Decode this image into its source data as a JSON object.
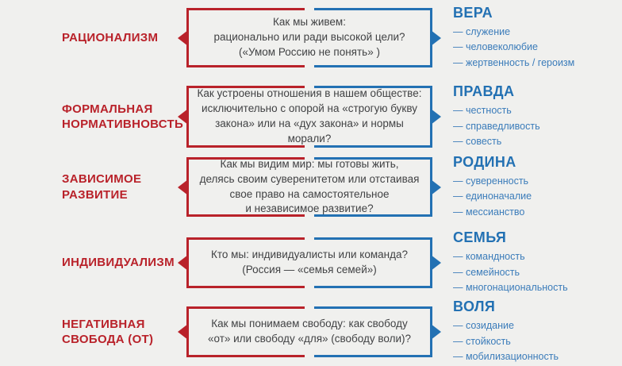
{
  "colors": {
    "red": "#b9222a",
    "blue": "#2371b3",
    "blue_light": "#3b7cba",
    "background": "#f0f0ee",
    "question_text": "#414244"
  },
  "icons": {
    "left_arrow": "triangle-left",
    "right_arrow": "triangle-right"
  },
  "rows": [
    {
      "label": "РАЦИОНАЛИЗМ",
      "question": "Как мы живем:\nрационально или ради высокой цели?\n(«Умом Россию не понять» )",
      "title": "ВЕРА",
      "items": [
        "— служение",
        "— человеколюбие",
        "— жертвенность / героизм"
      ]
    },
    {
      "label": "ФОРМАЛЬНАЯ\nНОРМАТИВНОВСТЬ",
      "question": "Как устроены отношения в нашем обществе:\nисключительно с опорой на «строгую букву\nзакона» или на «дух закона» и нормы морали?",
      "title": "ПРАВДА",
      "items": [
        "— честность",
        "— справедливость",
        "— совесть"
      ]
    },
    {
      "label": "ЗАВИСИМОЕ\nРАЗВИТИЕ",
      "question": "Как мы видим мир: мы готовы жить,\nделясь своим суверенитетом или отстаивая\nсвое право на самостоятельное\nи независимое развитие?",
      "title": "РОДИНА",
      "items": [
        "— суверенность",
        "— единоначалие",
        "— мессианство"
      ]
    },
    {
      "label": "ИНДИВИДУАЛИЗМ",
      "question": "Кто мы: индивидуалисты или команда?\n(Россия — «семья семей»)",
      "title": "СЕМЬЯ",
      "items": [
        "— командность",
        "— семейность",
        "— многонациональность"
      ]
    },
    {
      "label": "НЕГАТИВНАЯ\nСВОБОДА (ОТ)",
      "question": "Как мы понимаем свободу: как свободу\n«от» или свободу «для» (свободу воли)?",
      "title": "ВОЛЯ",
      "items": [
        "— созидание",
        "— стойкость",
        "— мобилизационность"
      ]
    }
  ]
}
